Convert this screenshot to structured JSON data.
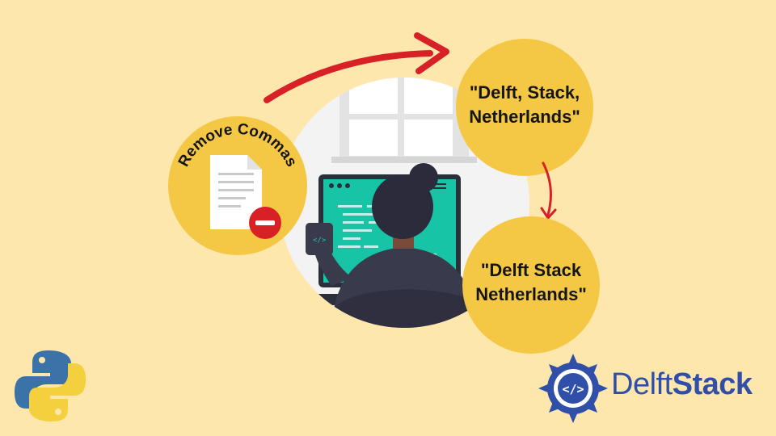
{
  "remove_label": "Remove Commas",
  "input_string": [
    "\"Delft, Stack,",
    "Netherlands\""
  ],
  "output_string": [
    "\"Delft Stack",
    "Netherlands\""
  ],
  "brand": {
    "name_part1": "Delft",
    "name_part2": "Stack",
    "emblem_code": "</>"
  },
  "colors": {
    "background": "#fde7ad",
    "bubble": "#f4c845",
    "arrow": "#d82027",
    "brand_blue": "#2f4fa8",
    "screen_teal": "#18c4a6"
  },
  "icons": [
    "document-icon",
    "minus-badge-icon",
    "python-logo",
    "delftstack-emblem",
    "curved-arrow-icon",
    "down-arrow-icon"
  ]
}
